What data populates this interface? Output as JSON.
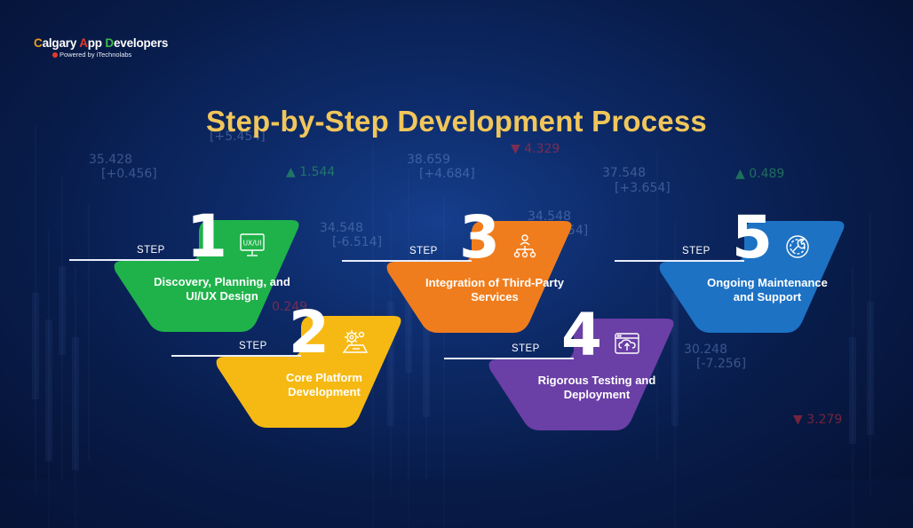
{
  "brand": {
    "name_parts": [
      "C",
      "algary ",
      "A",
      "pp ",
      "D",
      "evelopers"
    ],
    "tagline": "Powered by iTechnolabs"
  },
  "title": "Step-by-Step Development Process",
  "colors": {
    "title": "#f1c65a",
    "step1": "#1fb24a",
    "step2": "#f6b913",
    "step3": "#f07d1d",
    "step4": "#6a3fa6",
    "step5": "#1d72c4"
  },
  "steps": [
    {
      "label": "STEP",
      "number": "1",
      "caption": "Discovery, Planning, and UI/UX Design",
      "icon": "ux-ui-monitor-icon",
      "icon_text": "UX/UI"
    },
    {
      "label": "STEP",
      "number": "2",
      "caption": "Core Platform Development",
      "icon": "development-gears-icon"
    },
    {
      "label": "STEP",
      "number": "3",
      "caption": "Integration of Third-Party Services",
      "icon": "integration-network-icon"
    },
    {
      "label": "STEP",
      "number": "4",
      "caption": "Rigorous Testing and Deployment",
      "icon": "cloud-deploy-icon"
    },
    {
      "label": "STEP",
      "number": "5",
      "caption": "Ongoing Maintenance and Support",
      "icon": "maintenance-wrench-icon"
    }
  ],
  "background_tickers": [
    {
      "text": "35.428",
      "kind": "plain"
    },
    {
      "text": "[+0.456]",
      "kind": "plain"
    },
    {
      "text": "▲ 1.544",
      "kind": "up"
    },
    {
      "text": "[+5.454]",
      "kind": "plain"
    },
    {
      "text": "38.659",
      "kind": "plain"
    },
    {
      "text": "[+4.684]",
      "kind": "plain"
    },
    {
      "text": "▼ 4.329",
      "kind": "down"
    },
    {
      "text": "37.548",
      "kind": "plain"
    },
    {
      "text": "[+3.654]",
      "kind": "plain"
    },
    {
      "text": "▲ 0.489",
      "kind": "up"
    },
    {
      "text": "34.548",
      "kind": "plain"
    },
    {
      "text": "[-6.514]",
      "kind": "plain"
    },
    {
      "text": "34.548",
      "kind": "plain"
    },
    {
      "text": "654]",
      "kind": "plain"
    },
    {
      "text": "0.249",
      "kind": "down"
    },
    {
      "text": "30.248",
      "kind": "plain"
    },
    {
      "text": "[-7.256]",
      "kind": "plain"
    },
    {
      "text": "▼ 3.279",
      "kind": "down"
    }
  ]
}
